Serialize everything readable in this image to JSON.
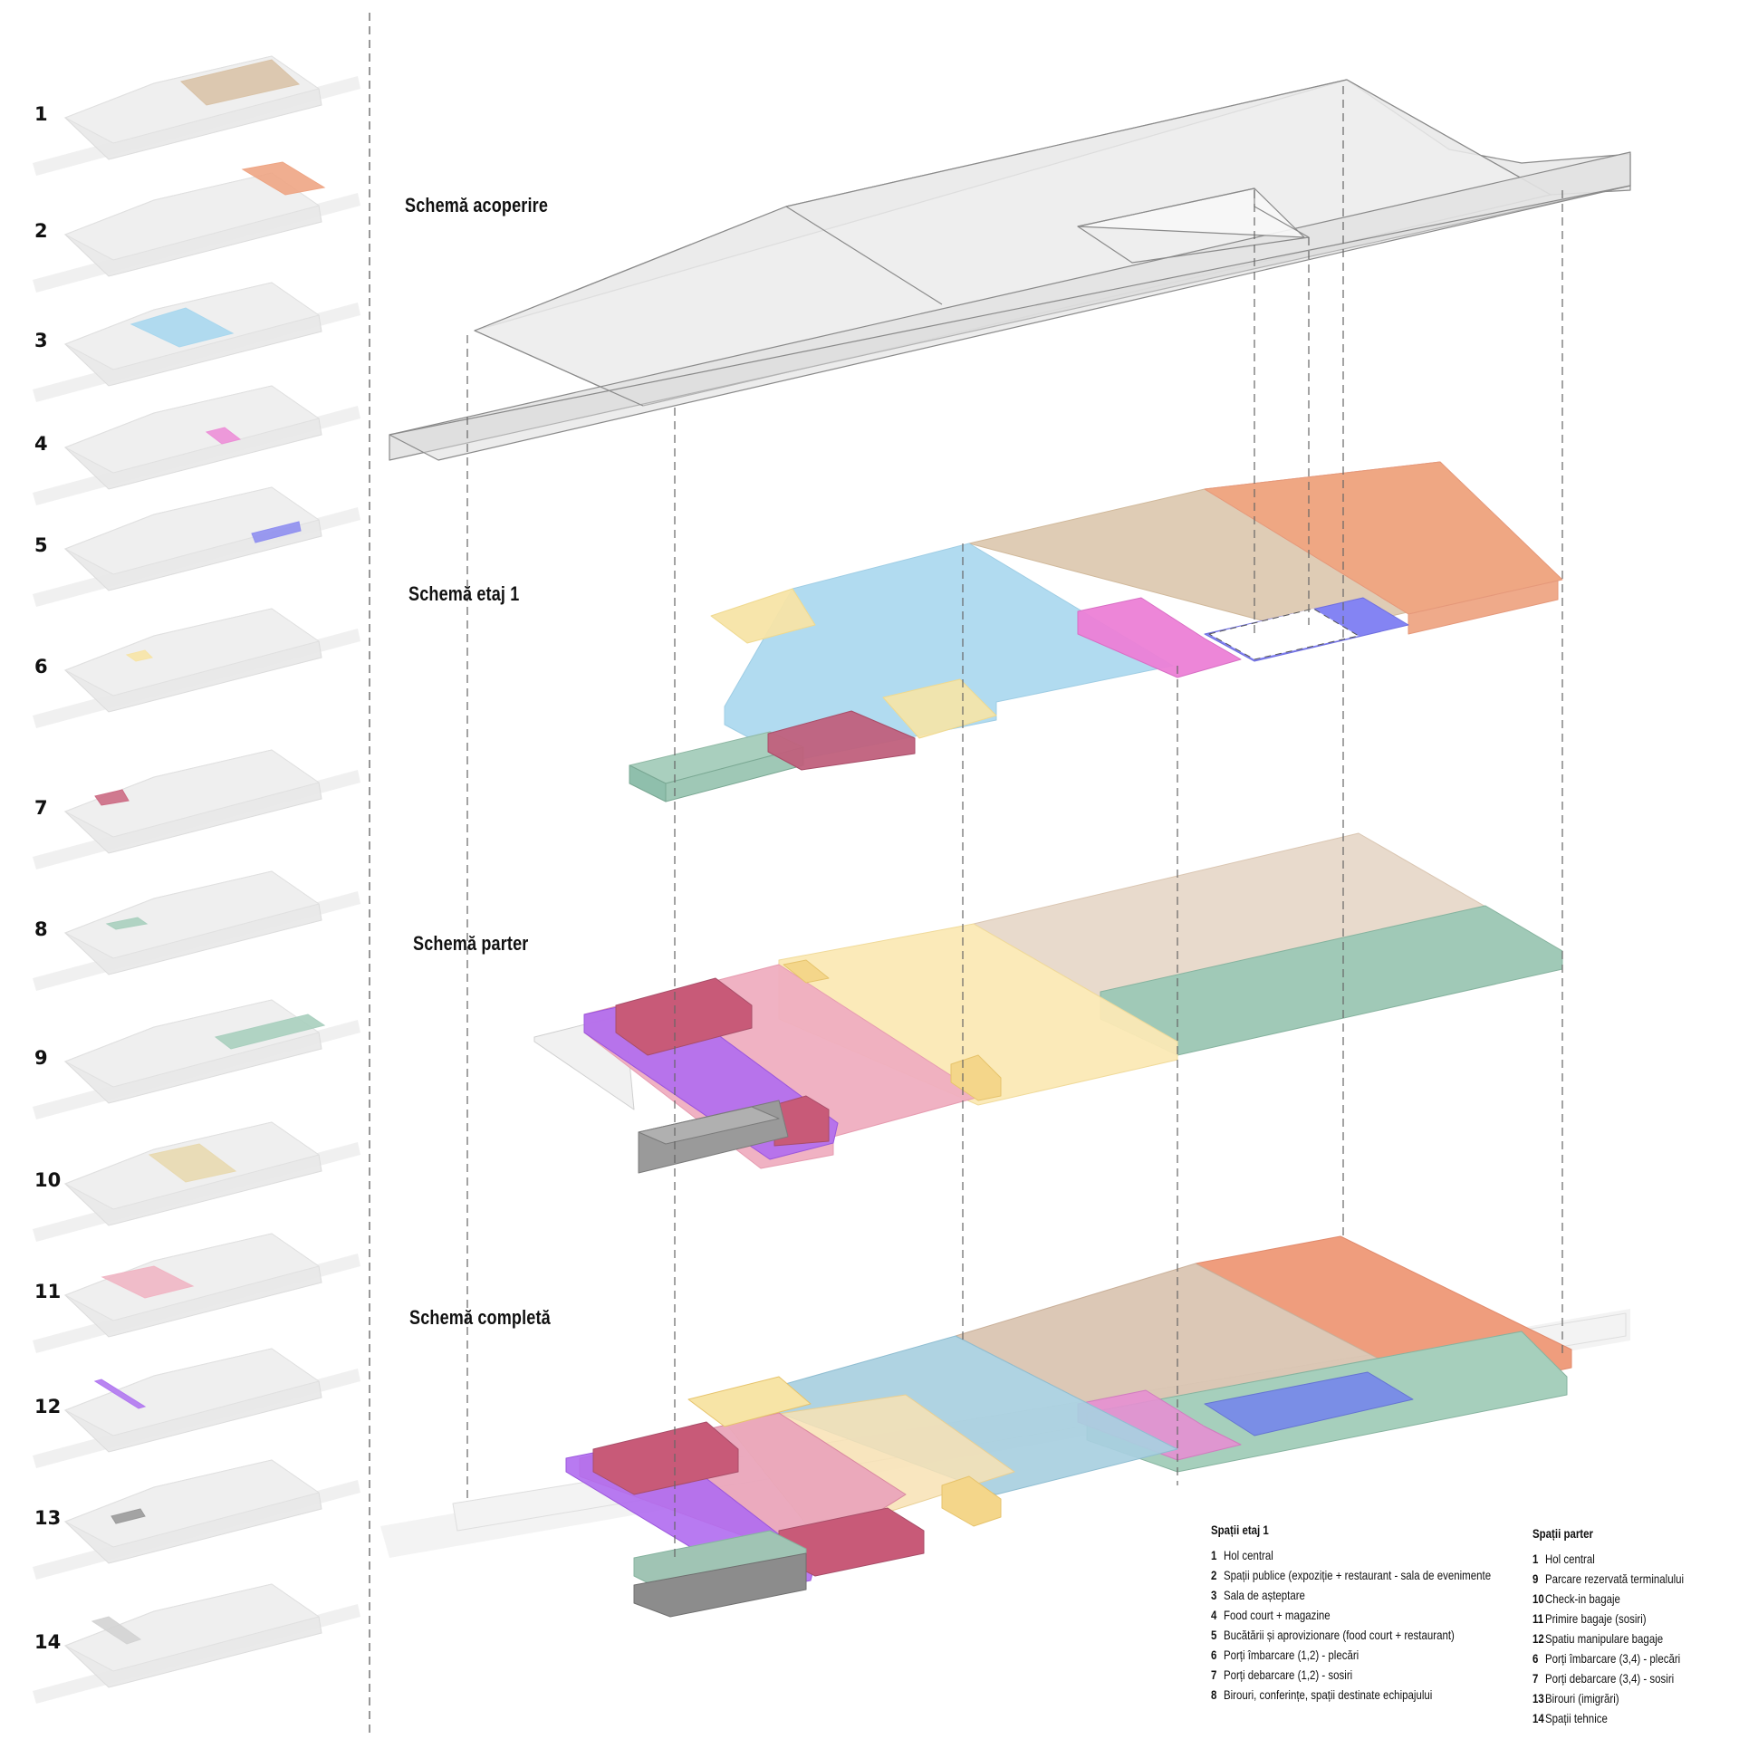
{
  "thumbnails": [
    {
      "number": "1",
      "highlight": "hol-central",
      "color": "#d9c3a8"
    },
    {
      "number": "2",
      "highlight": "spatii-publice",
      "color": "#eea584"
    },
    {
      "number": "3",
      "highlight": "sala-asteptare",
      "color": "#a9d7ee"
    },
    {
      "number": "4",
      "highlight": "food-court",
      "color": "#ec8fd7"
    },
    {
      "number": "5",
      "highlight": "bucatarii",
      "color": "#8f8ff0"
    },
    {
      "number": "6",
      "highlight": "porti-imbarcare",
      "color": "#f7e4a6"
    },
    {
      "number": "7",
      "highlight": "porti-debarcare",
      "color": "#cc6b84"
    },
    {
      "number": "8",
      "highlight": "birouri",
      "color": "#a9cfbe"
    },
    {
      "number": "9",
      "highlight": "parcare",
      "color": "#a9cfbe"
    },
    {
      "number": "10",
      "highlight": "check-in",
      "color": "#e8d9b0"
    },
    {
      "number": "11",
      "highlight": "primire-bagaje",
      "color": "#f0b6c4"
    },
    {
      "number": "12",
      "highlight": "manipulare-bagaje",
      "color": "#b178f0"
    },
    {
      "number": "13",
      "highlight": "birouri-imigrari",
      "color": "#9a9a9a"
    },
    {
      "number": "14",
      "highlight": "spatii-tehnice",
      "color": "#d3d3d3"
    }
  ],
  "schemes": {
    "roof": "Schemă acoperire",
    "floor1": "Schemă etaj 1",
    "ground": "Schemă parter",
    "complete": "Schemă completă"
  },
  "legend_etaj1": {
    "heading": "Spații etaj 1",
    "items": [
      {
        "n": "1",
        "text": "Hol central"
      },
      {
        "n": "2",
        "text": "Spații publice (expoziție + restaurant - sala de evenimente"
      },
      {
        "n": "3",
        "text": "Sala de așteptare"
      },
      {
        "n": "4",
        "text": "Food court + magazine"
      },
      {
        "n": "5",
        "text": "Bucătării și aprovizionare (food court + restaurant)"
      },
      {
        "n": "6",
        "text": "Porți îmbarcare (1,2) - plecări"
      },
      {
        "n": "7",
        "text": "Porți debarcare (1,2) - sosiri"
      },
      {
        "n": "8",
        "text": "Birouri, conferințe, spații destinate echipajului"
      }
    ]
  },
  "legend_parter": {
    "heading": "Spații parter",
    "items": [
      {
        "n": "1",
        "text": "Hol central"
      },
      {
        "n": "9",
        "text": "Parcare rezervată terminalului"
      },
      {
        "n": "10",
        "text": "Check-in bagaje"
      },
      {
        "n": "11",
        "text": "Primire bagaje (sosiri)"
      },
      {
        "n": "12",
        "text": "Spatiu manipulare bagaje"
      },
      {
        "n": "6",
        "text": "Porți îmbarcare (3,4) - plecări"
      },
      {
        "n": "7",
        "text": "Porți debarcare (3,4) - sosiri"
      },
      {
        "n": "13",
        "text": "Birouri (imigrări)"
      },
      {
        "n": "14",
        "text": "Spații tehnice"
      }
    ]
  },
  "colors": {
    "hol_central": "#d9c3a8",
    "spatii_publice": "#eea584",
    "sala_asteptare": "#a9d7ee",
    "food_court": "#ec8fd7",
    "bucatarii": "#8f8ff0",
    "imbarcare": "#f7e4a6",
    "debarcare": "#c85a78",
    "birouri": "#a9cfbe",
    "parcare": "#a9cfbe",
    "check_in": "#fbe9b5",
    "primire_bagaje": "#efaec0",
    "manipulare": "#b06cf0",
    "imigrari": "#9a9a9a",
    "roof": "#e6e6e6"
  }
}
